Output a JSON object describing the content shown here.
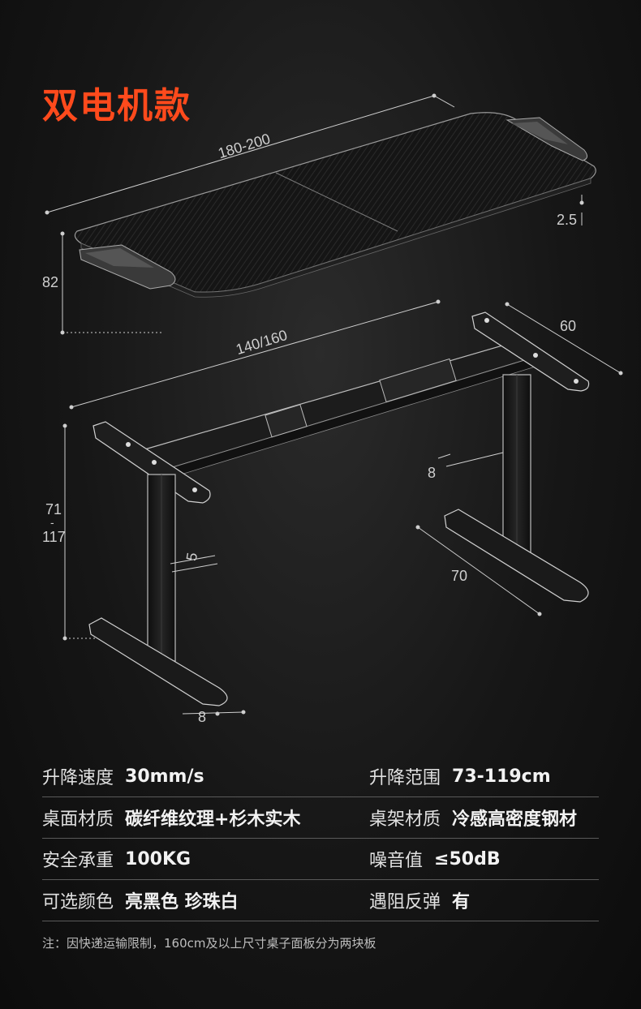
{
  "title": "双电机款",
  "dimensions": {
    "width_top": "180-200",
    "thickness": "2.5",
    "depth_top": "82",
    "frame_width": "140/160",
    "frame_depth": "60",
    "height_range_top": "71",
    "height_range_sep": "-",
    "height_range_bottom": "117",
    "bracket": "8",
    "leg": "5",
    "foot_length": "70",
    "foot_width": "8"
  },
  "specs": [
    {
      "label": "升降速度",
      "value": "30mm/s",
      "label2": "升降范围",
      "value2": "73-119cm"
    },
    {
      "label": "桌面材质",
      "value": "碳纤维纹理+杉木实木",
      "label2": "桌架材质",
      "value2": "冷感高密度钢材"
    },
    {
      "label": "安全承重",
      "value": "100KG",
      "label2": "噪音值",
      "value2": "≤50dB"
    },
    {
      "label": "可选颜色",
      "value": "亮黑色 珍珠白",
      "label2": "遇阻反弹",
      "value2": "有"
    }
  ],
  "note": "注：因快递运输限制，160cm及以上尺寸桌子面板分为两块板"
}
